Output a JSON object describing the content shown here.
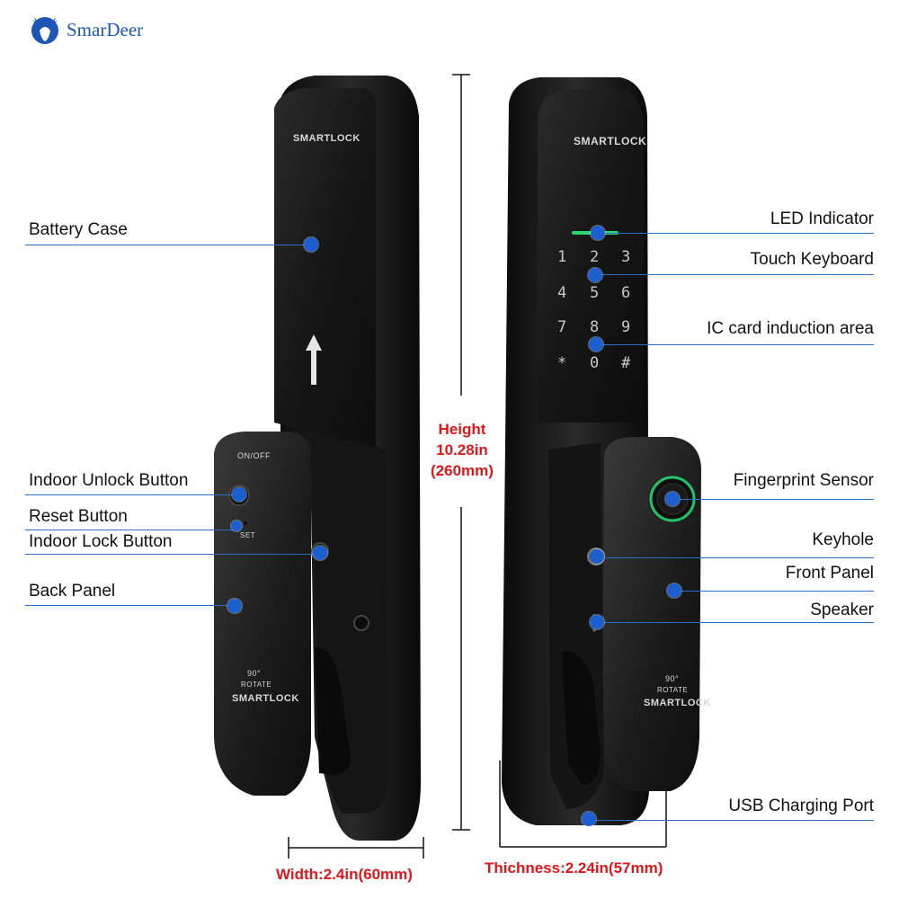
{
  "brand": {
    "name": "SmarDeer",
    "logo_icon": "deer-head-logo-icon",
    "color": "#1e56b5"
  },
  "product_print": {
    "battery_top": "SMARTLOCK",
    "front_top": "SMARTLOCK",
    "on_off": "ON/OFF",
    "set": "SET",
    "rotate_deg_back": "90°",
    "rotate_back": "ROTATE",
    "brand_back": "SMARTLOCK",
    "rotate_deg_front": "90°",
    "rotate_front": "ROTATE",
    "brand_front": "SMARTLOCK",
    "keys": [
      "1",
      "2",
      "3",
      "4",
      "5",
      "6",
      "7",
      "8",
      "9",
      "*",
      "0",
      "#"
    ]
  },
  "labels_left": {
    "battery_case": "Battery Case",
    "indoor_unlock": "Indoor Unlock Button",
    "reset": "Reset Button",
    "indoor_lock": "Indoor Lock Button",
    "back_panel": "Back Panel"
  },
  "labels_right": {
    "led": "LED Indicator",
    "touch_keyboard": "Touch Keyboard",
    "ic_card": "IC card induction area",
    "fingerprint": "Fingerprint Sensor",
    "keyhole": "Keyhole",
    "front_panel": "Front Panel",
    "speaker": "Speaker",
    "usb": "USB Charging Port"
  },
  "dimensions": {
    "height_1": "Height",
    "height_2": "10.28in",
    "height_3": "(260mm)",
    "width": "Width:2.4in(60mm)",
    "thickness": "Thichness:2.24in(57mm)"
  },
  "colors": {
    "callout_blue": "#1c5fd0",
    "dimension_red": "#e0161b",
    "device_black": "#141414"
  }
}
